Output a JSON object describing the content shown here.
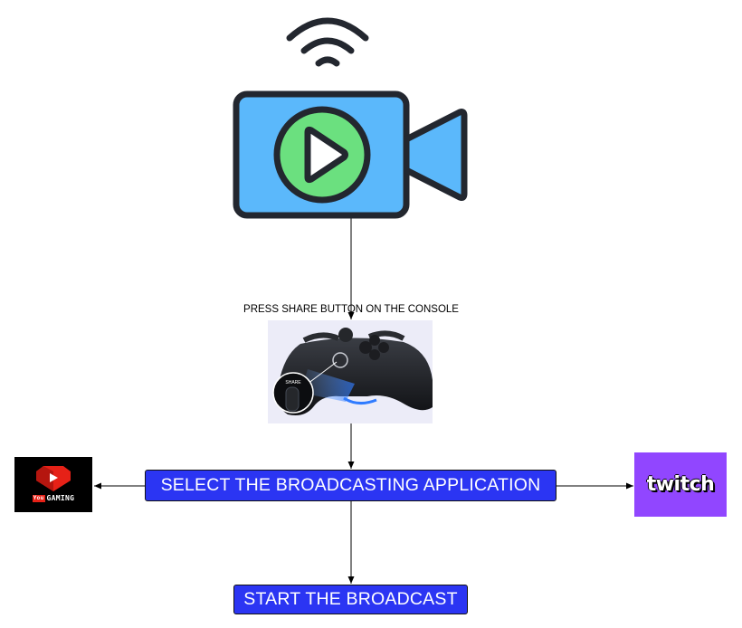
{
  "colors": {
    "box_fill": "#2b35f3",
    "box_text": "#ffffff",
    "camera_body": "#5bb8fb",
    "play_circle": "#6be07f",
    "icon_outline": "#23272f",
    "twitch_purple": "#9146ff",
    "youtube_red": "#e62117",
    "connector": "#000000"
  },
  "icons": {
    "top": "wifi-icon",
    "camera": "video-camera-play-icon",
    "controller": "ps4-controller-share-button-image",
    "left_logo": "youtube-gaming-logo",
    "right_logo": "twitch-logo"
  },
  "diagram": {
    "share_label": "PRESS SHARE BUTTON ON THE CONSOLE",
    "controller_share_text": "SHARE",
    "select_box": "SELECT THE BROADCASTING APPLICATION",
    "start_box": "START THE BROADCAST",
    "youtube_badge": "You",
    "youtube_word": "GAMING",
    "twitch_word": "twitch"
  }
}
